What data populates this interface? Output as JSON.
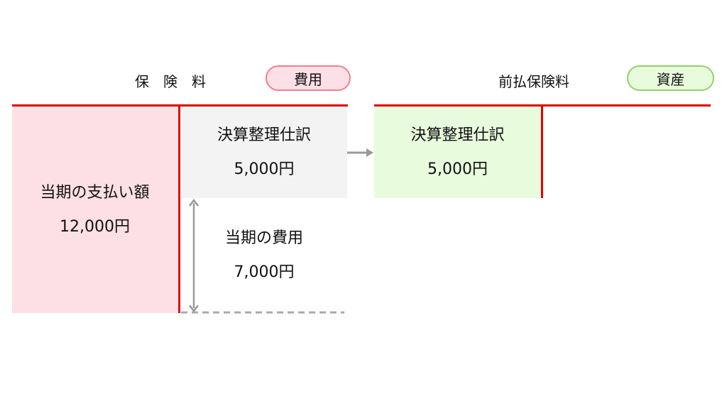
{
  "left_account": {
    "title": "保　険　料",
    "tag": "費用",
    "debit": {
      "label": "当期の支払い額",
      "amount": "12,000円"
    },
    "credit_top": {
      "label": "決算整理仕訳",
      "amount": "5,000円"
    },
    "credit_bottom": {
      "label": "当期の費用",
      "amount": "7,000円"
    }
  },
  "right_account": {
    "title": "前払保険料",
    "tag": "資産",
    "debit": {
      "label": "決算整理仕訳",
      "amount": "5,000円"
    }
  },
  "colors": {
    "red": "#e00000",
    "pink_fill": "#fde0e5",
    "pink_border": "#f07f8f",
    "green_fill": "#e8fbdc",
    "green_border": "#8fd36a",
    "grey_fill": "#f3f3f3",
    "arrow": "#999999"
  }
}
